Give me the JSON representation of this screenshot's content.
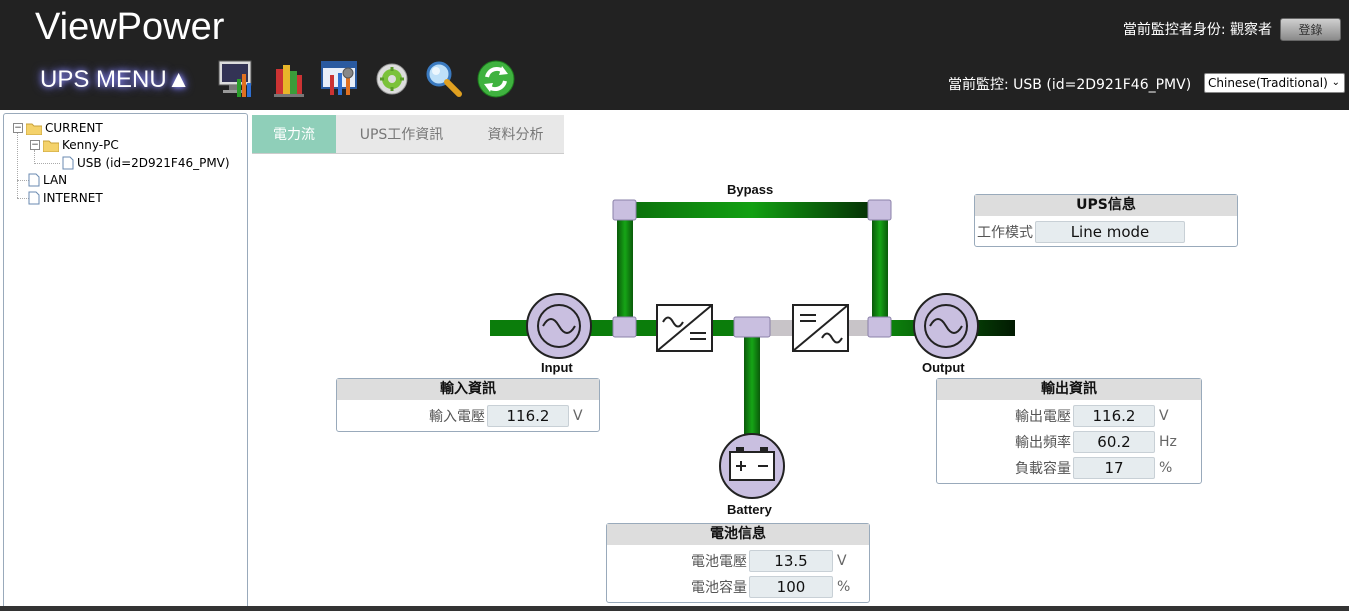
{
  "header": {
    "app_title": "ViewPower",
    "ups_menu": "UPS MENU",
    "ups_menu_arrow": "▲",
    "identity_label": "當前監控者身份:",
    "identity_value": "觀察者",
    "login_button": "登錄",
    "monitor_label": "當前監控:",
    "monitor_value": "USB (id=2D921F46_PMV)",
    "language": "Chinese(Traditional)"
  },
  "toolbar": {
    "icons": [
      "monitor-chart-icon",
      "books-icon",
      "config-window-icon",
      "gear-icon",
      "magnifier-icon",
      "refresh-icon"
    ]
  },
  "tree": {
    "root": "CURRENT",
    "pc": "Kenny-PC",
    "device": "USB (id=2D921F46_PMV)",
    "lan": "LAN",
    "internet": "INTERNET"
  },
  "tabs": {
    "power_flow": "電力流",
    "ups_info": "UPS工作資訊",
    "data_analysis": "資料分析"
  },
  "diagram": {
    "bypass_label": "Bypass",
    "input_label": "Input",
    "output_label": "Output",
    "battery_label": "Battery"
  },
  "ups_info_panel": {
    "title": "UPS信息",
    "mode_label": "工作模式",
    "mode_value": "Line mode"
  },
  "input_panel": {
    "title": "輸入資訊",
    "voltage_label": "輸入電壓",
    "voltage_value": "116.2",
    "voltage_unit": "V"
  },
  "output_panel": {
    "title": "輸出資訊",
    "voltage_label": "輸出電壓",
    "voltage_value": "116.2",
    "voltage_unit": "V",
    "frequency_label": "輸出頻率",
    "frequency_value": "60.2",
    "frequency_unit": "Hz",
    "load_label": "負載容量",
    "load_value": "17",
    "load_unit": "%"
  },
  "battery_panel": {
    "title": "電池信息",
    "voltage_label": "電池電壓",
    "voltage_value": "13.5",
    "voltage_unit": "V",
    "capacity_label": "電池容量",
    "capacity_value": "100",
    "capacity_unit": "%"
  },
  "colors": {
    "header_bg": "#222222",
    "active_tab": "#8fcfb9",
    "flow_green": "#0b7d0b",
    "node_purple": "#c9bfe0"
  }
}
